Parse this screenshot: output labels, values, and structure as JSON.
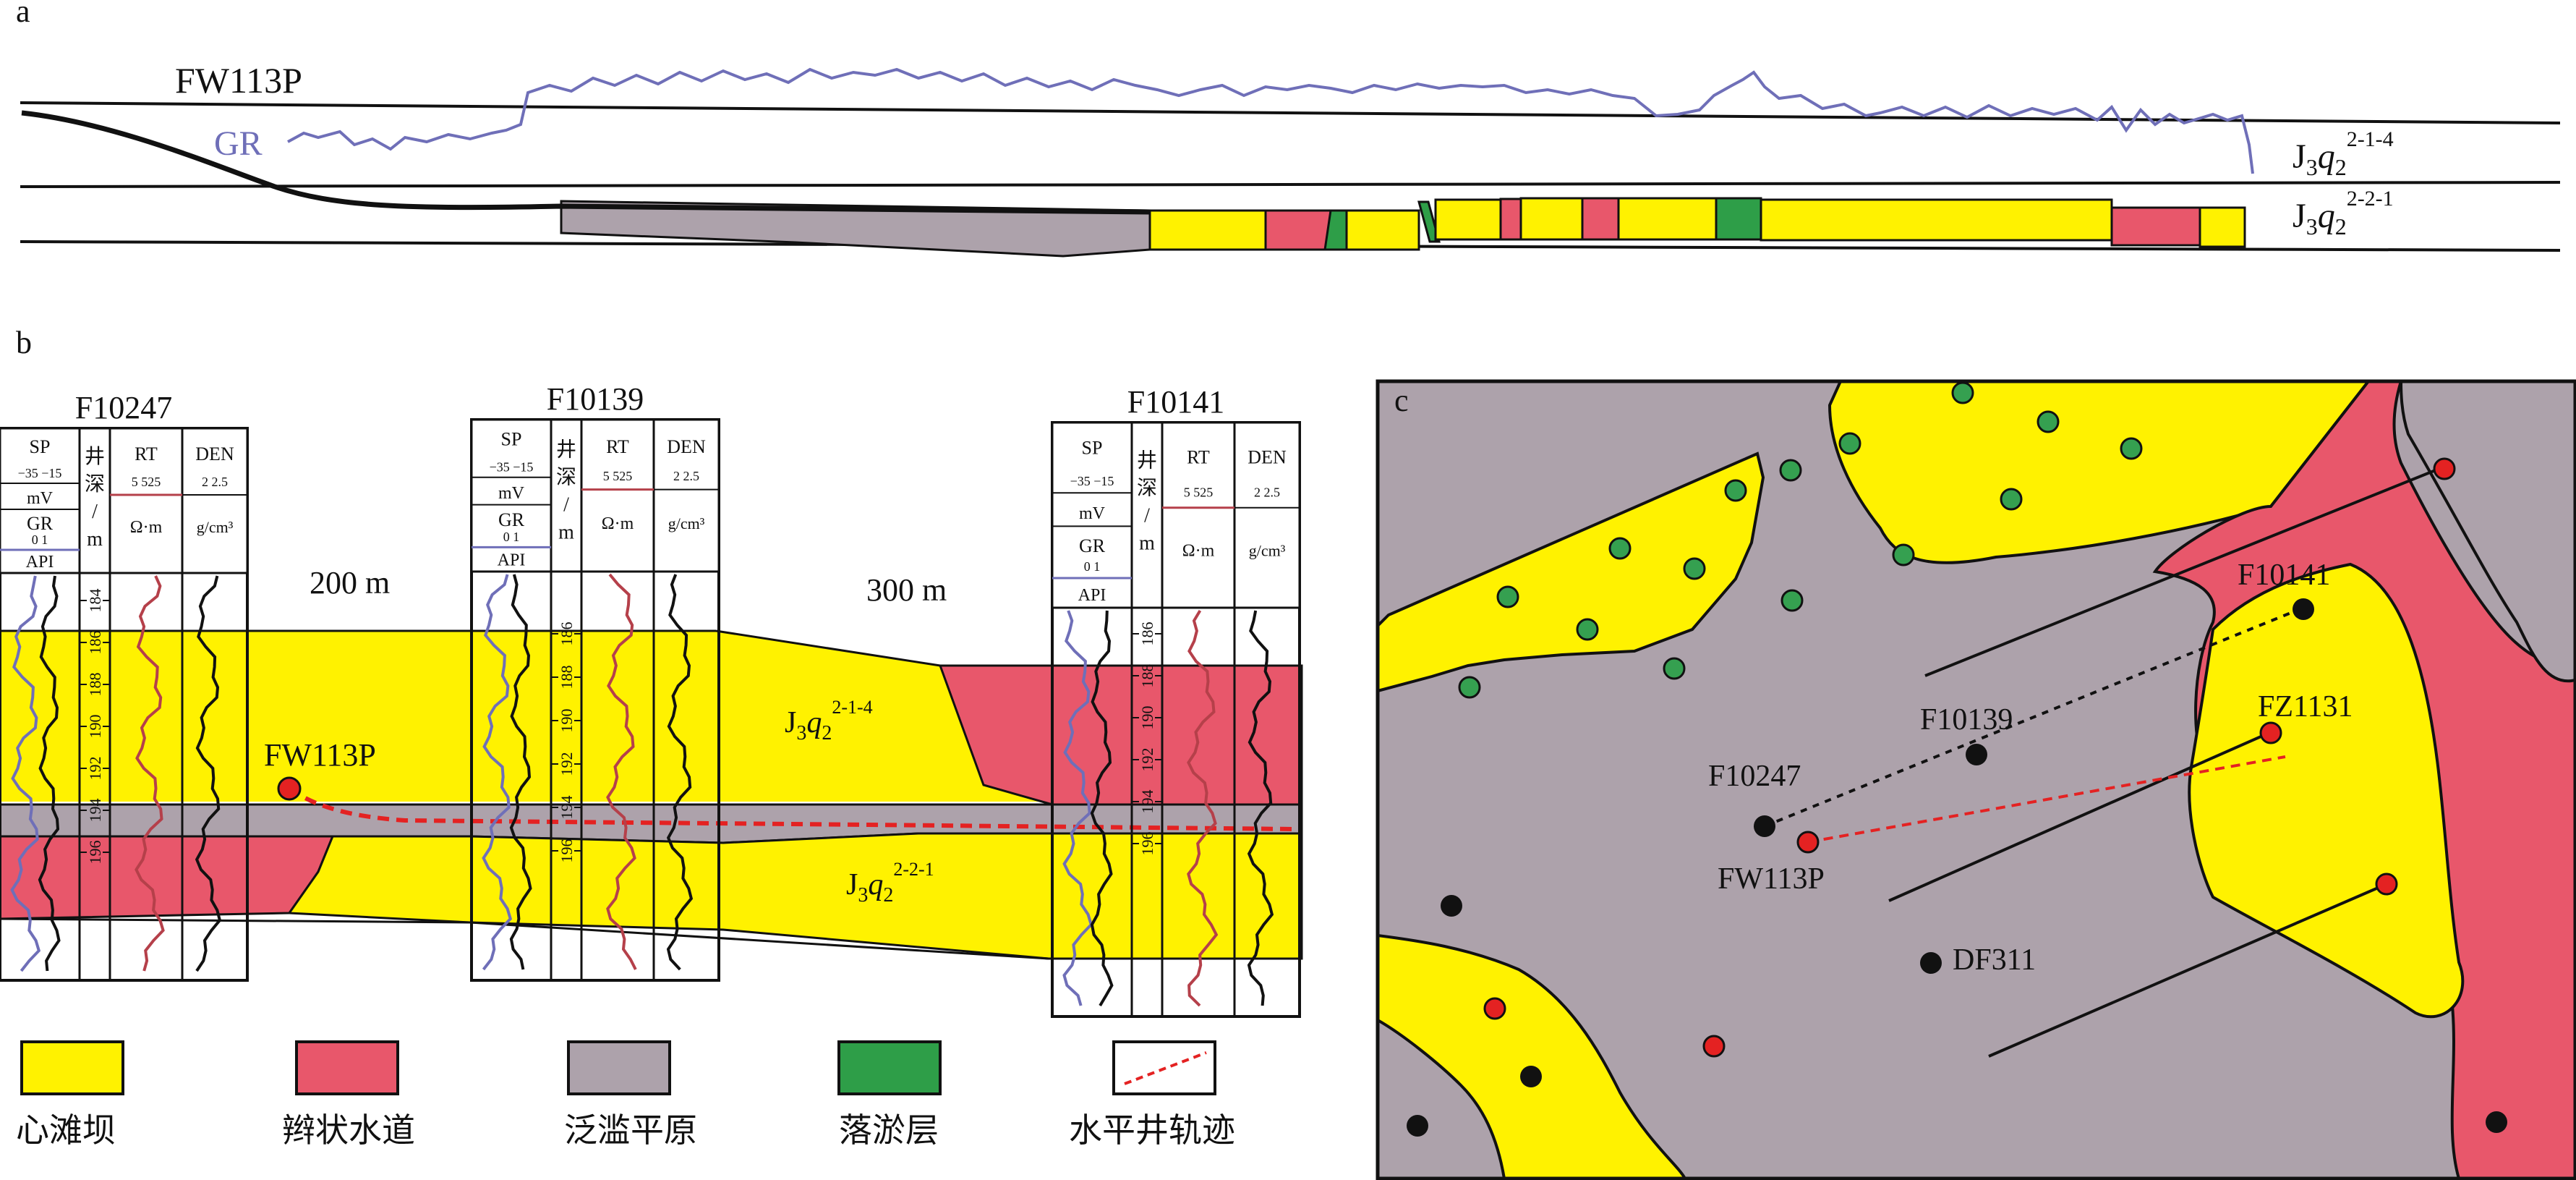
{
  "panels": {
    "a": {
      "label": "a",
      "well": "FW113P",
      "curve": "GR",
      "units": [
        {
          "main": "J",
          "sub": "3",
          "it": "q",
          "sub2": "2",
          "sup": "2-1-4"
        },
        {
          "main": "J",
          "sub": "3",
          "it": "q",
          "sub2": "2",
          "sup": "2-2-1"
        }
      ]
    },
    "b": {
      "label": "b",
      "distances": [
        "200 m",
        "300 m"
      ],
      "well_fw": "FW113P",
      "unit_upper": {
        "main": "J",
        "sub": "3",
        "it": "q",
        "sub2": "2",
        "sup": "2-1-4"
      },
      "unit_lower": {
        "main": "J",
        "sub": "3",
        "it": "q",
        "sub2": "2",
        "sup": "2-2-1"
      },
      "logs": [
        {
          "name": "F10247",
          "depths": [
            "184",
            "186",
            "188",
            "190",
            "192",
            "194",
            "196"
          ]
        },
        {
          "name": "F10139",
          "depths": [
            "186",
            "188",
            "190",
            "192",
            "194",
            "196"
          ]
        },
        {
          "name": "F10141",
          "depths": [
            "186",
            "188",
            "190",
            "192",
            "194",
            "196"
          ]
        }
      ],
      "header": {
        "sp": "SP",
        "sp_range": "−35 −15",
        "sp_unit": "mV",
        "gr": "GR",
        "gr_range": "0       1",
        "gr_unit": "API",
        "depth_label": "井深/m",
        "rt": "RT",
        "rt_range": "5      525",
        "rt_unit": "Ω·m",
        "den": "DEN",
        "den_range": "2      2.5",
        "den_unit": "g/cm³"
      }
    },
    "c": {
      "label": "c",
      "wells": [
        "F10141",
        "FZ1131",
        "F10139",
        "F10247",
        "FW113P",
        "DF311"
      ]
    }
  },
  "legend": [
    {
      "label": "心滩坝",
      "color": "#FFF200"
    },
    {
      "label": "辫状水道",
      "color": "#E8576B"
    },
    {
      "label": "泛滥平原",
      "color": "#ADA2AB"
    },
    {
      "label": "落淤层",
      "color": "#2E9E48"
    },
    {
      "label": "水平井轨迹",
      "color": "#E42222"
    }
  ],
  "colors": {
    "bar": "#FFF200",
    "channel": "#E8576B",
    "plain": "#ADA2AB",
    "silt": "#2E9E48",
    "gr_curve": "#6F6FB8",
    "rt_curve": "#B5404A",
    "trajectory": "#E42222",
    "well_red": "#E42222",
    "well_green": "#35A050",
    "well_black": "#111111"
  }
}
